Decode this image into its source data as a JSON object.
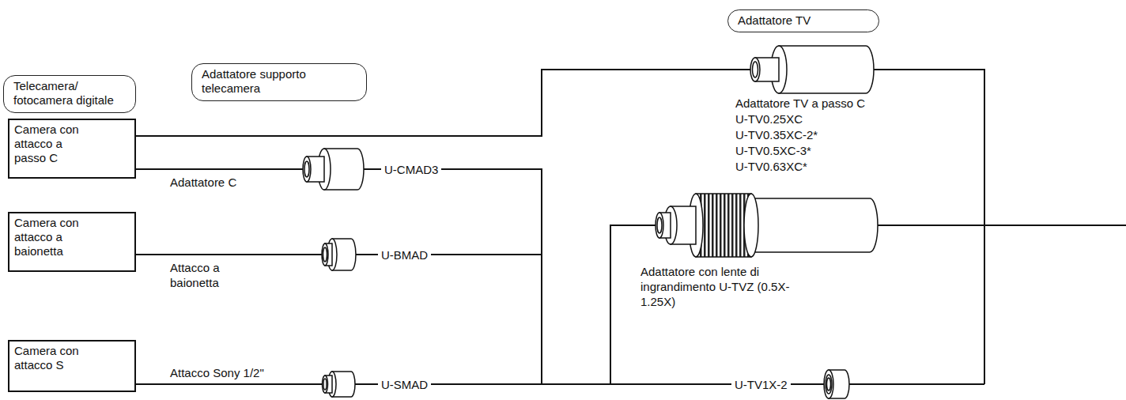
{
  "diagram": {
    "nodes": [
      {
        "text": [
          "Telecamera/ fotocamera digitale"
        ]
      },
      {
        "text": [
          "Adattatore supporto telecamera"
        ]
      },
      {
        "text": [
          "Adattatore TV"
        ]
      },
      {
        "text": [
          "Camera con attacco a passo C"
        ]
      },
      {
        "text": [
          "Camera con attacco a baionetta"
        ]
      },
      {
        "text": [
          "Camera con attacco S"
        ]
      }
    ],
    "labels": [
      "Adattatore C",
      "U-CMAD3",
      "Attacco a baionetta",
      "U-BMAD",
      "Attacco Sony 1/2\"",
      "U-SMAD",
      "Adattatore TV a passo C",
      "U-TV0.25XC",
      "U-TV0.35XC-2*",
      "U-TV0.5XC-3*",
      "U-TV0.63XC*",
      "Adattatore con lente di ingrandimento U-TVZ (0.5X-1.25X)",
      "U-TV1X-2"
    ]
  }
}
